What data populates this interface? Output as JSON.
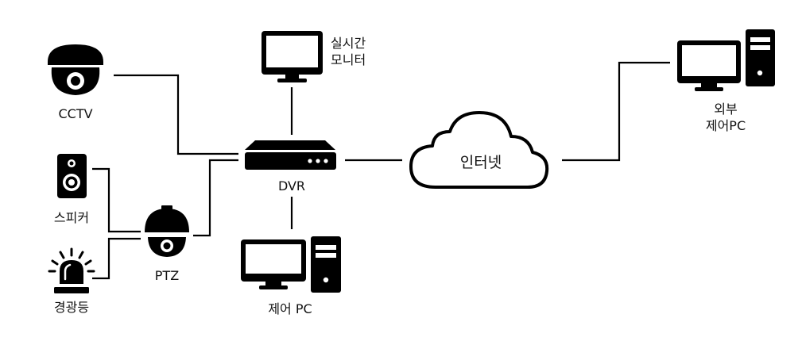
{
  "diagram": {
    "type": "network-topology",
    "colors": {
      "stroke": "#000000",
      "fill": "#000000",
      "background": "#ffffff"
    },
    "nodes": [
      {
        "id": "cctv",
        "label": "CCTV",
        "icon": "dome-camera-icon"
      },
      {
        "id": "speaker",
        "label": "스피커",
        "icon": "speaker-icon"
      },
      {
        "id": "beacon",
        "label": "경광등",
        "icon": "warning-beacon-icon"
      },
      {
        "id": "ptz",
        "label": "PTZ",
        "icon": "ptz-camera-icon"
      },
      {
        "id": "monitor",
        "label_line1": "실시간",
        "label_line2": "모니터",
        "icon": "monitor-icon"
      },
      {
        "id": "dvr",
        "label": "DVR",
        "icon": "dvr-recorder-icon"
      },
      {
        "id": "control_pc",
        "label": "제어 PC",
        "icon": "desktop-pc-icon"
      },
      {
        "id": "internet",
        "label": "인터넷",
        "icon": "cloud-icon"
      },
      {
        "id": "external_pc",
        "label_line1": "외부",
        "label_line2": "제어PC",
        "icon": "desktop-pc-icon"
      }
    ],
    "edges": [
      {
        "from": "cctv",
        "to": "dvr"
      },
      {
        "from": "ptz",
        "to": "dvr"
      },
      {
        "from": "speaker",
        "to": "ptz"
      },
      {
        "from": "beacon",
        "to": "ptz"
      },
      {
        "from": "monitor",
        "to": "dvr"
      },
      {
        "from": "dvr",
        "to": "control_pc"
      },
      {
        "from": "dvr",
        "to": "internet"
      },
      {
        "from": "internet",
        "to": "external_pc"
      }
    ]
  }
}
